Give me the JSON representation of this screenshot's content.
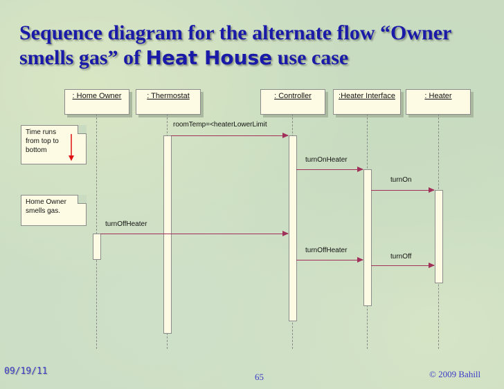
{
  "title": {
    "line1": "Sequence diagram for the alternate flow “Owner",
    "line2_prefix": "smells gas” of ",
    "line2_bold": "Heat House",
    "line2_suffix": " use case"
  },
  "lifelines": [
    {
      "label": ": Home Owner"
    },
    {
      "label": ": Thermostat"
    },
    {
      "label": ": Controller"
    },
    {
      "label": ":Heater Interface"
    },
    {
      "label": ": Heater"
    }
  ],
  "messages": [
    {
      "label": "roomTemp=<heaterLowerLimit"
    },
    {
      "label": "turnOnHeater"
    },
    {
      "label": "turnOn"
    },
    {
      "label": "turnOffHeater"
    },
    {
      "label": "turnOffHeater"
    },
    {
      "label": "turnOff"
    }
  ],
  "notes": {
    "time_note": [
      "Time runs",
      "from top to",
      "bottom"
    ],
    "owner_note": [
      "Home Owner",
      "smells gas."
    ]
  },
  "footer": {
    "date": "09/19/11",
    "page": "65",
    "copyright": "© 2009 Bahill"
  },
  "colors": {
    "title": "#1a1aa8",
    "message": "#a0305a",
    "box_fill": "#fdfbe3"
  }
}
